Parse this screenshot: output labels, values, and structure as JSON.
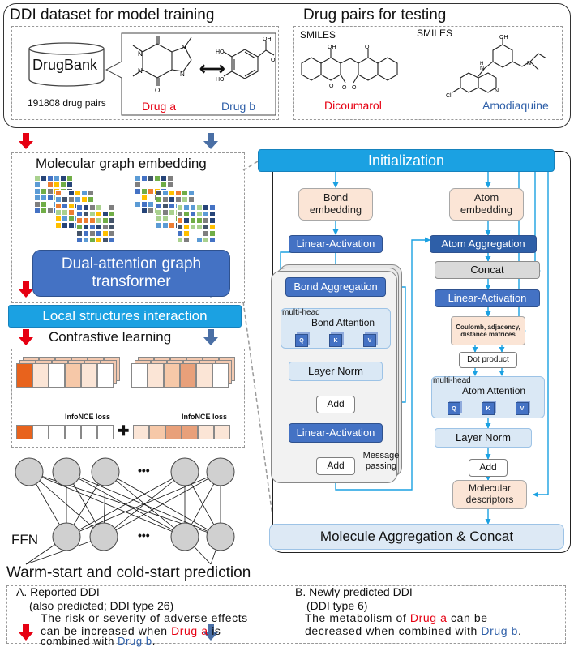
{
  "top": {
    "training_title": "DDI dataset for model training",
    "testing_title": "Drug pairs for testing",
    "drugbank": "DrugBank",
    "pairs_count": "191808 drug pairs",
    "drug_a": "Drug a",
    "drug_b": "Drug b",
    "smiles_1": "SMILES",
    "smiles_2": "SMILES",
    "dicoumarol": "Dicoumarol",
    "amodiaquine": "Amodiaquine",
    "mol_labels": [
      "O",
      "O",
      "N",
      "N",
      "N",
      "N",
      "HO",
      "HO",
      "OH",
      "O",
      "OH",
      "O",
      "O",
      "O",
      "O",
      "OH",
      "N",
      "N",
      "Cl",
      "N",
      "H"
    ]
  },
  "left": {
    "embedding_title": "Molecular graph embedding",
    "transformer_line1": "Dual-attention graph",
    "transformer_line2": "transformer",
    "local_structures": "Local structures interaction",
    "contrastive": "Contrastive learning",
    "infonce_1": "InfoNCE loss",
    "infonce_2": "InfoNCE loss",
    "plus": "✚",
    "ellipsis_1": "•••",
    "ellipsis_2": "•••",
    "ffn": "FFN",
    "prediction": "Warm-start and cold-start prediction"
  },
  "right": {
    "initialization": "Initialization",
    "bond_embedding": "Bond embedding",
    "atom_embedding": "Atom embedding",
    "linear_activation_1": "Linear-Activation",
    "bond_aggregation": "Bond Aggregation",
    "multi_head_1": "multi-head",
    "bond_attention": "Bond Attention",
    "layer_norm_1": "Layer Norm",
    "add_1": "Add",
    "linear_activation_2": "Linear-Activation",
    "add_2": "Add",
    "message_passing": "Message passing",
    "atom_aggregation": "Atom Aggregation",
    "concat": "Concat",
    "linear_activation_3": "Linear-Activation",
    "coulomb": "Coulomb, adjacency, distance matrices",
    "dot_product": "Dot product",
    "multi_head_2": "multi-head",
    "atom_attention": "Atom Attention",
    "layer_norm_2": "Layer Norm",
    "add_3": "Add",
    "molecular_descriptors": "Molecular descriptors",
    "molecule_aggregation": "Molecule Aggregation & Concat",
    "qkv": [
      "Q",
      "K",
      "V",
      "Q",
      "K",
      "V"
    ]
  },
  "bottom": {
    "a_title": "A. Reported DDI",
    "a_sub": "(also predicted; DDI type 26)",
    "a_text_1": "The risk or severity of adverse effects",
    "a_text_2a": "can be increased when ",
    "a_drug_a": "Drug a",
    "a_text_2b": " is",
    "a_text_3a": "combined with ",
    "a_drug_b": "Drug b",
    "a_text_3b": ".",
    "b_title": "B. Newly predicted DDI",
    "b_sub": "(DDI type 6)",
    "b_text_1a": "The metabolism of ",
    "b_drug_a": "Drug a",
    "b_text_1b": " can be",
    "b_text_2a": "decreased when combined with ",
    "b_drug_b": "Drug b",
    "b_text_2b": "."
  },
  "colors": {
    "red_arrow": "#e60012",
    "blue_arrow": "#4a6fa5",
    "cyan": "#1ba1e2",
    "dark_blue": "#4472c4",
    "light_blue": "#dae8f5",
    "peach": "#fbe5d6",
    "orange": "#e8631d",
    "light_orange": "#f6c8a8"
  }
}
